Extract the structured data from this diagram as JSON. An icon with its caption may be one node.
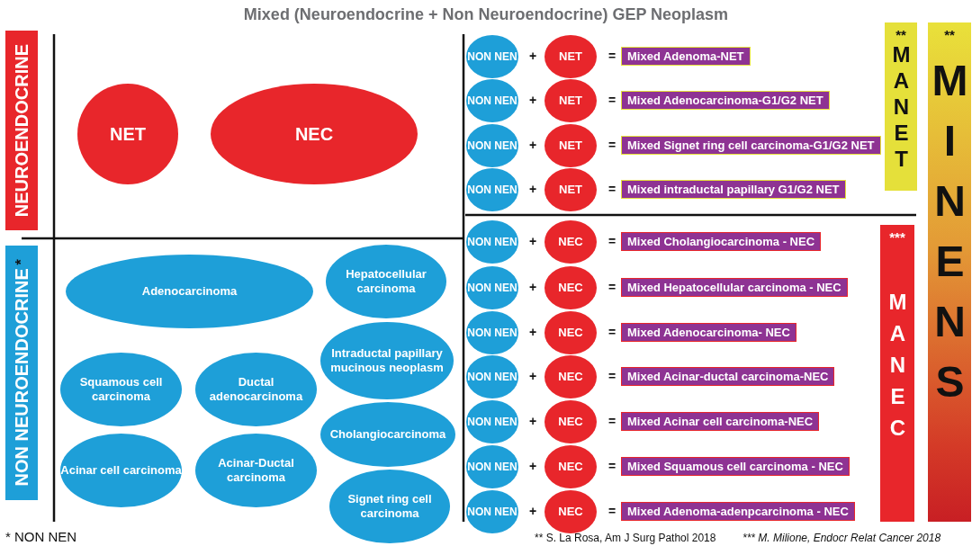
{
  "diagram": {
    "title": "Mixed (Neuroendocrine + Non Neuroendocrine) GEP Neoplasm",
    "nodes": [
      {
        "text": [
          "NEUROENDOCRINE"
        ]
      },
      {
        "text": [
          "NET"
        ]
      },
      {
        "text": [
          "NEC"
        ]
      },
      {
        "text": [
          "NON NEUROENDOCRINE",
          "*"
        ]
      },
      {
        "text": [
          "Adenocarcinoma"
        ]
      },
      {
        "text": [
          "Hepatocellular carcinoma"
        ]
      },
      {
        "text": [
          "Intraductal papillary mucinous neoplasm"
        ]
      },
      {
        "text": [
          "Squamous cell carcinoma"
        ]
      },
      {
        "text": [
          "Ductal adenocarcinoma"
        ]
      },
      {
        "text": [
          "Cholangiocarcinoma"
        ]
      },
      {
        "text": [
          "Acinar cell carcinoma"
        ]
      },
      {
        "text": [
          "Acinar-Ductal carcinoma"
        ]
      },
      {
        "text": [
          "Signet ring cell carcinoma"
        ]
      },
      {
        "text": [
          "NON NEN"
        ]
      },
      {
        "text": [
          "NET"
        ]
      },
      {
        "text": [
          "Mixed Adenoma-NET"
        ]
      },
      {
        "text": [
          "NON NEN"
        ]
      },
      {
        "text": [
          "NET"
        ]
      },
      {
        "text": [
          "Mixed Adenocarcinoma-G1/G2 NET"
        ]
      },
      {
        "text": [
          "NON NEN"
        ]
      },
      {
        "text": [
          "NET"
        ]
      },
      {
        "text": [
          "Mixed Signet ring cell carcinoma-G1/G2 NET"
        ]
      },
      {
        "text": [
          "NON NEN"
        ]
      },
      {
        "text": [
          "NET"
        ]
      },
      {
        "text": [
          "Mixed intraductal papillary G1/G2 NET"
        ]
      },
      {
        "text": [
          "NON NEN"
        ]
      },
      {
        "text": [
          "NEC"
        ]
      },
      {
        "text": [
          "Mixed Cholangiocarcinoma - NEC"
        ]
      },
      {
        "text": [
          "NON NEN"
        ]
      },
      {
        "text": [
          "NEC"
        ]
      },
      {
        "text": [
          "Mixed Hepatocellular carcinoma - NEC"
        ]
      },
      {
        "text": [
          "NON NEN"
        ]
      },
      {
        "text": [
          "NEC"
        ]
      },
      {
        "text": [
          "Mixed Adenocarcinoma- NEC"
        ]
      },
      {
        "text": [
          "NON NEN"
        ]
      },
      {
        "text": [
          "NEC"
        ]
      },
      {
        "text": [
          "Mixed Acinar-ductal carcinoma-NEC"
        ]
      },
      {
        "text": [
          "NON NEN"
        ]
      },
      {
        "text": [
          "NEC"
        ]
      },
      {
        "text": [
          "Mixed Acinar cell carcinoma-NEC"
        ]
      },
      {
        "text": [
          "NON NEN"
        ]
      },
      {
        "text": [
          "NEC"
        ]
      },
      {
        "text": [
          "Mixed Squamous cell carcinoma - NEC"
        ]
      },
      {
        "text": [
          "NON NEN"
        ]
      },
      {
        "text": [
          "NEC"
        ]
      },
      {
        "text": [
          "Mixed Adenoma-adenpcarcinoma - NEC"
        ]
      },
      {
        "text": [
          "**",
          "MANET"
        ]
      },
      {
        "text": [
          "***",
          "MANEC"
        ]
      },
      {
        "text": [
          "**",
          "MINENS"
        ]
      }
    ],
    "labels": [
      "+",
      "=",
      "+",
      "=",
      "+",
      "=",
      "+",
      "=",
      "+",
      "=",
      "+",
      "=",
      "+",
      "=",
      "+",
      "=",
      "+",
      "=",
      "+",
      "=",
      "+",
      "=",
      "* NON NEN",
      "** S. La Rosa, Am J Surg Pathol 2018",
      "*** M. Milione, Endocr Relat Cancer 2018"
    ]
  }
}
